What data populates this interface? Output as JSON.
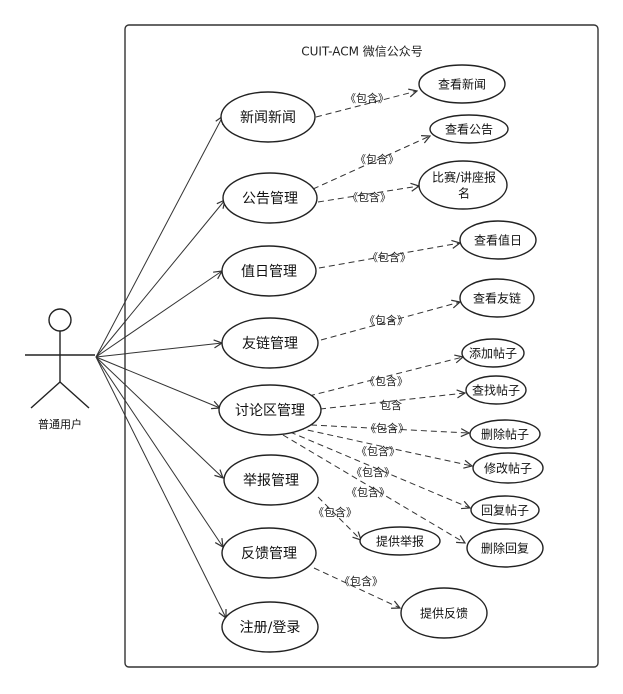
{
  "system": {
    "title": "CUIT-ACM 微信公众号"
  },
  "actor": {
    "label": "普通用户"
  },
  "use_cases": {
    "news": "新闻新闻",
    "announce": "公告管理",
    "duty": "值日管理",
    "links": "友链管理",
    "forum": "讨论区管理",
    "report": "举报管理",
    "feedback": "反馈管理",
    "register": "注册/登录"
  },
  "sub_cases": {
    "view_news": "查看新闻",
    "view_announce": "查看公告",
    "contest_line1": "比赛/讲座报",
    "contest_line2": "名",
    "view_duty": "查看值日",
    "view_links": "查看友链",
    "add_post": "添加帖子",
    "find_post": "查找帖子",
    "delete_post": "删除帖子",
    "edit_post": "修改帖子",
    "reply_post": "回复帖子",
    "delete_reply": "删除回复",
    "submit_report": "提供举报",
    "submit_feedback": "提供反馈"
  },
  "relation_labels": {
    "news_view": "《包含》",
    "announce_view": "《包含》",
    "announce_contest": "《包含》",
    "duty_view": "《包含》",
    "links_view": "《包含》",
    "forum_add": "《包含》",
    "forum_find": "包含",
    "forum_delete": "《包含》",
    "forum_edit": "《包含》",
    "forum_reply": "《包含》",
    "forum_delete_reply": "《包含》",
    "report_submit": "《包含》",
    "feedback_submit": "《包含》"
  }
}
